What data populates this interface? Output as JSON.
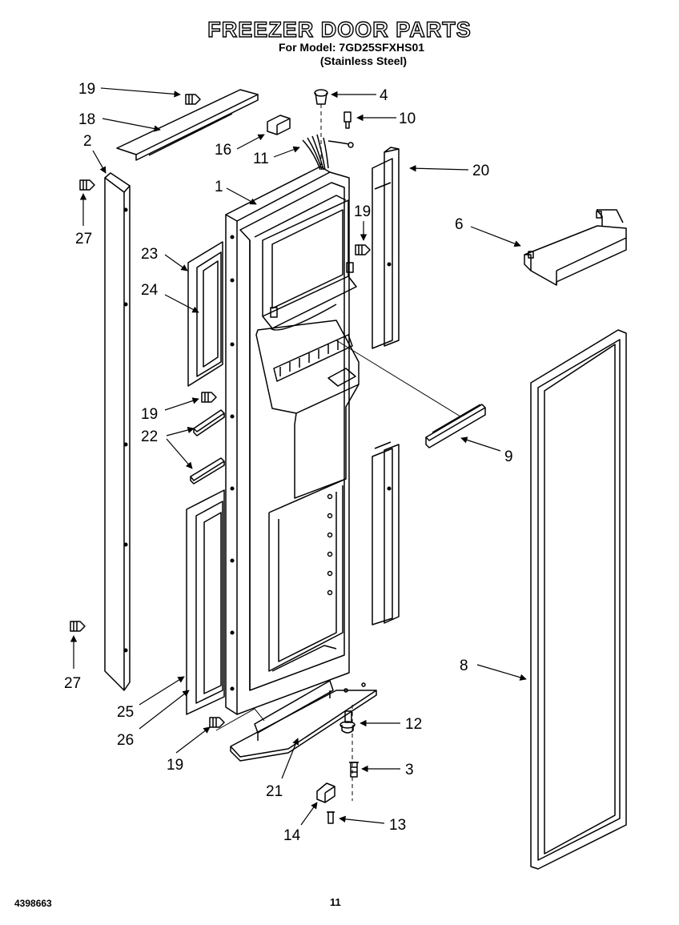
{
  "header": {
    "title": "FREEZER DOOR PARTS",
    "model_line": "For Model: 7GD25SFXHS01",
    "finish_line": "(Stainless Steel)"
  },
  "footer": {
    "doc_number": "4398663",
    "page_number": "11"
  },
  "callouts": {
    "c19a": "19",
    "c18": "18",
    "c2": "2",
    "c27a": "27",
    "c4": "4",
    "c10": "10",
    "c16": "16",
    "c11": "11",
    "c1": "1",
    "c20": "20",
    "c19b": "19",
    "c6": "6",
    "c23": "23",
    "c24": "24",
    "c19c": "19",
    "c22": "22",
    "c9": "9",
    "c8": "8",
    "c27b": "27",
    "c25": "25",
    "c26": "26",
    "c19d": "19",
    "c12": "12",
    "c3": "3",
    "c21": "21",
    "c14": "14",
    "c13": "13"
  }
}
